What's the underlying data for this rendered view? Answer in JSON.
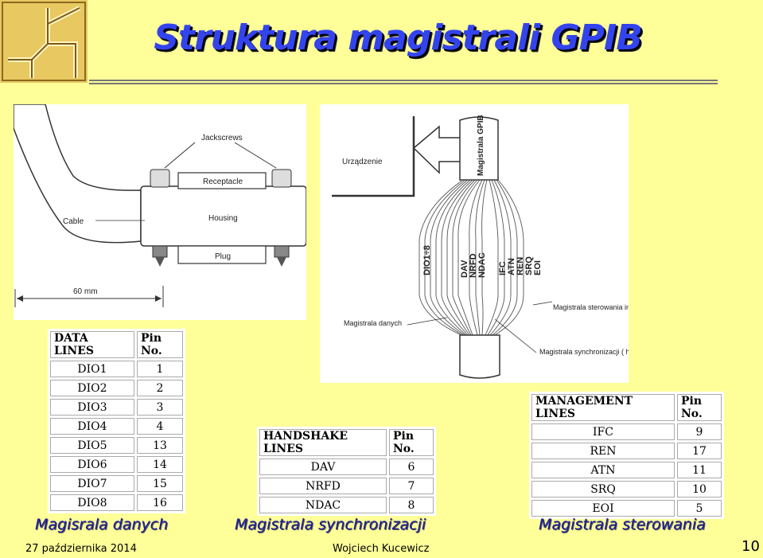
{
  "slide": {
    "title": "Struktura magistrali GPIB",
    "date": "27 października 2014",
    "author": "Wojciech Kucewicz",
    "page_number": "10"
  },
  "connector_diagram": {
    "labels": {
      "jackscrews": "Jackscrews",
      "receptacle": "Receptacle",
      "housing": "Housing",
      "cable": "Cable",
      "plug": "Plug",
      "dimension": "60 mm"
    }
  },
  "bus_diagram": {
    "labels": {
      "device": "Urządzenie",
      "gpib_bus": "Magistrala GPIB",
      "data_lines": "DIO1÷8",
      "data_bus": "Magistrala danych",
      "control_bus": "Magistrala sterowania interfejsów",
      "sync_bus": "Magistrala synchronizacji ( handshake'u )"
    },
    "handshake_signals": [
      "DAV",
      "NRFD",
      "NDAC"
    ],
    "control_signals": [
      "IFC",
      "ATN",
      "REN",
      "SRQ",
      "EOI"
    ]
  },
  "data_table": {
    "headers": [
      "DATA LINES",
      "Pin No."
    ],
    "rows": [
      [
        "DIO1",
        "1"
      ],
      [
        "DIO2",
        "2"
      ],
      [
        "DIO3",
        "3"
      ],
      [
        "DIO4",
        "4"
      ],
      [
        "DIO5",
        "13"
      ],
      [
        "DIO6",
        "14"
      ],
      [
        "DIO7",
        "15"
      ],
      [
        "DIO8",
        "16"
      ]
    ],
    "caption": "Magisrala danych"
  },
  "handshake_table": {
    "headers": [
      "HANDSHAKE LINES",
      "Pin No."
    ],
    "rows": [
      [
        "DAV",
        "6"
      ],
      [
        "NRFD",
        "7"
      ],
      [
        "NDAC",
        "8"
      ]
    ],
    "caption": "Magistrala synchronizacji"
  },
  "management_table": {
    "headers": [
      "MANAGEMENT LINES",
      "Pin No."
    ],
    "rows": [
      [
        "IFC",
        "9"
      ],
      [
        "REN",
        "17"
      ],
      [
        "ATN",
        "11"
      ],
      [
        "SRQ",
        "10"
      ],
      [
        "EOI",
        "5"
      ]
    ],
    "caption": "Magistrala sterowania"
  }
}
